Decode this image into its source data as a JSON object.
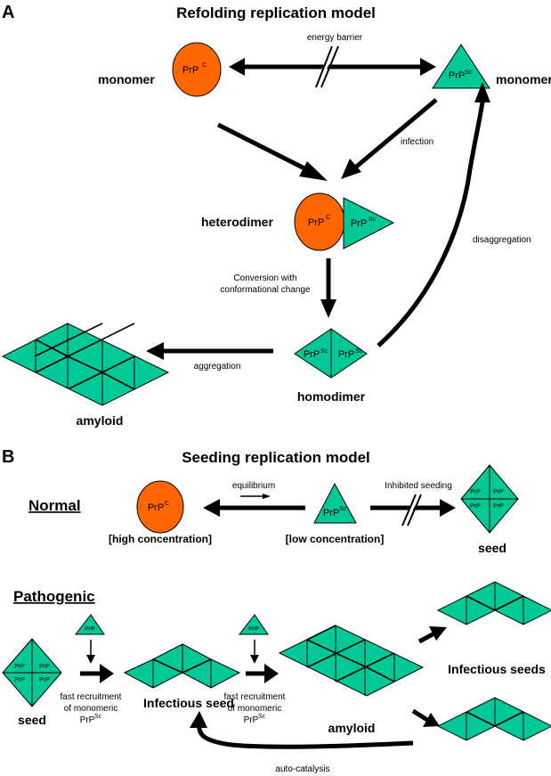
{
  "panel_a": {
    "label": "A",
    "title": "Refolding replication model",
    "energy_barrier": "energy barrier",
    "monomer_left": "monomer",
    "monomer_right": "monomer",
    "prpc": "PrP",
    "prpc_sup": "C",
    "prpsc": "PrP",
    "prpsc_sup": "Sc",
    "infection": "infection",
    "heterodimer": "heterodimer",
    "disaggregation": "disaggregation",
    "conversion_line1": "Conversion with",
    "conversion_line2": "conformational change",
    "aggregation": "aggregation",
    "homodimer": "homodimer",
    "amyloid": "amyloid"
  },
  "panel_b": {
    "label": "B",
    "title": "Seeding replication model",
    "normal": "Normal",
    "equilibrium": "equilibrium",
    "inhibited_seeding": "Inhibited seeding",
    "high_concentration": "[high concentration]",
    "low_concentration": "[low concentration]",
    "seed": "seed",
    "pathogenic": "Pathogenic",
    "seed_pathogenic": "seed",
    "fast_recruitment_line1": "fast recruitment",
    "fast_recruitment_line2": "of monomeric",
    "fast_recruitment_line3": "PrP",
    "fast_recruitment_sup": "Sc",
    "infectious_seed": "Infectious seed",
    "amyloid": "amyloid",
    "infectious_seeds": "Infectious seeds",
    "auto_catalysis": "auto-catalysis",
    "prp": "PrP",
    "c_sup": "C",
    "sc_sup": "Sc"
  },
  "colors": {
    "prpc_orange": "#ff6600",
    "prpsc_green": "#00c896"
  }
}
